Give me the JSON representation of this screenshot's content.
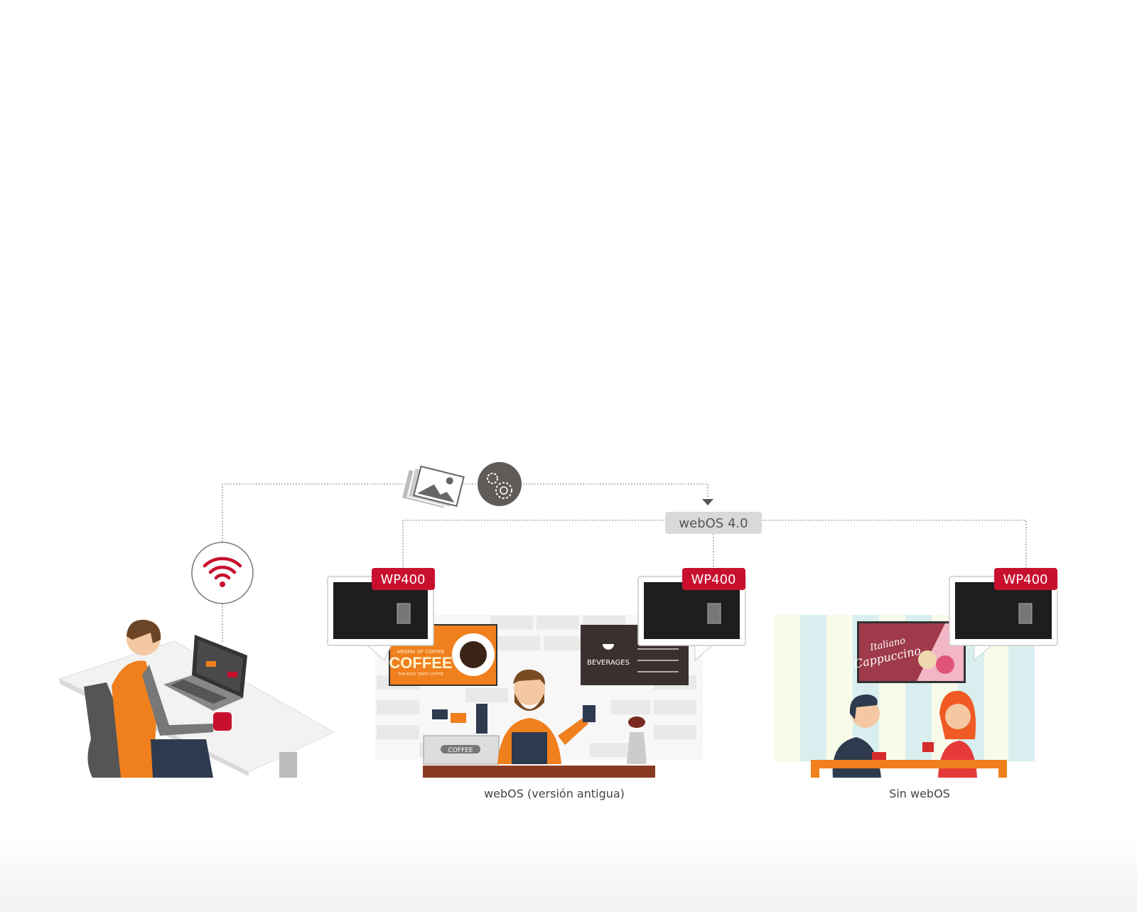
{
  "hub": {
    "label": "webOS 4.0"
  },
  "displays": [
    {
      "model": "WP400"
    },
    {
      "model": "WP400"
    },
    {
      "model": "WP400"
    }
  ],
  "scenes": {
    "cafe": {
      "caption": "webOS (versión antigua)",
      "coffee_sign": {
        "top": "AROMA OF COFFEE",
        "title": "COFFEE",
        "bottom": "THE MOST TASTY COFFEE"
      },
      "menu_sign": {
        "title": "BEVERAGES"
      },
      "machine_label": "COFFEE"
    },
    "restaurant": {
      "caption": "Sin webOS",
      "sign": {
        "line1": "Italiano",
        "line2": "Cappuccino"
      }
    }
  },
  "icons": [
    "wifi-icon",
    "images-icon",
    "gear-icon",
    "laptop-icon"
  ],
  "colors": {
    "accent": "#c8102e",
    "line": "#9a9a9a",
    "hub_bg": "#d9d9d9",
    "orange": "#f07f1d",
    "dark": "#2a2a2a"
  }
}
